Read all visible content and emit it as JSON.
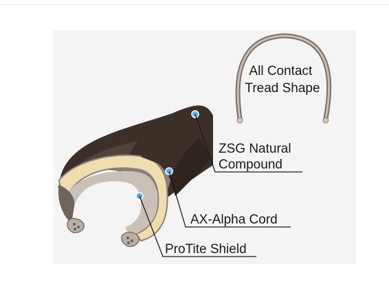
{
  "labels": {
    "tread_shape": [
      "All Contact",
      "Tread Shape"
    ],
    "compound": [
      "ZSG Natural",
      "Compound"
    ],
    "cord": "AX-Alpha Cord",
    "shield": "ProTite Shield"
  },
  "colors": {
    "tread": "#3a2e27",
    "casing": "#8a7f74",
    "shield": "#efdcad",
    "bead": "#b5aca3",
    "callout_dot": "#5eaee6",
    "panel": "#f4f4f4"
  }
}
